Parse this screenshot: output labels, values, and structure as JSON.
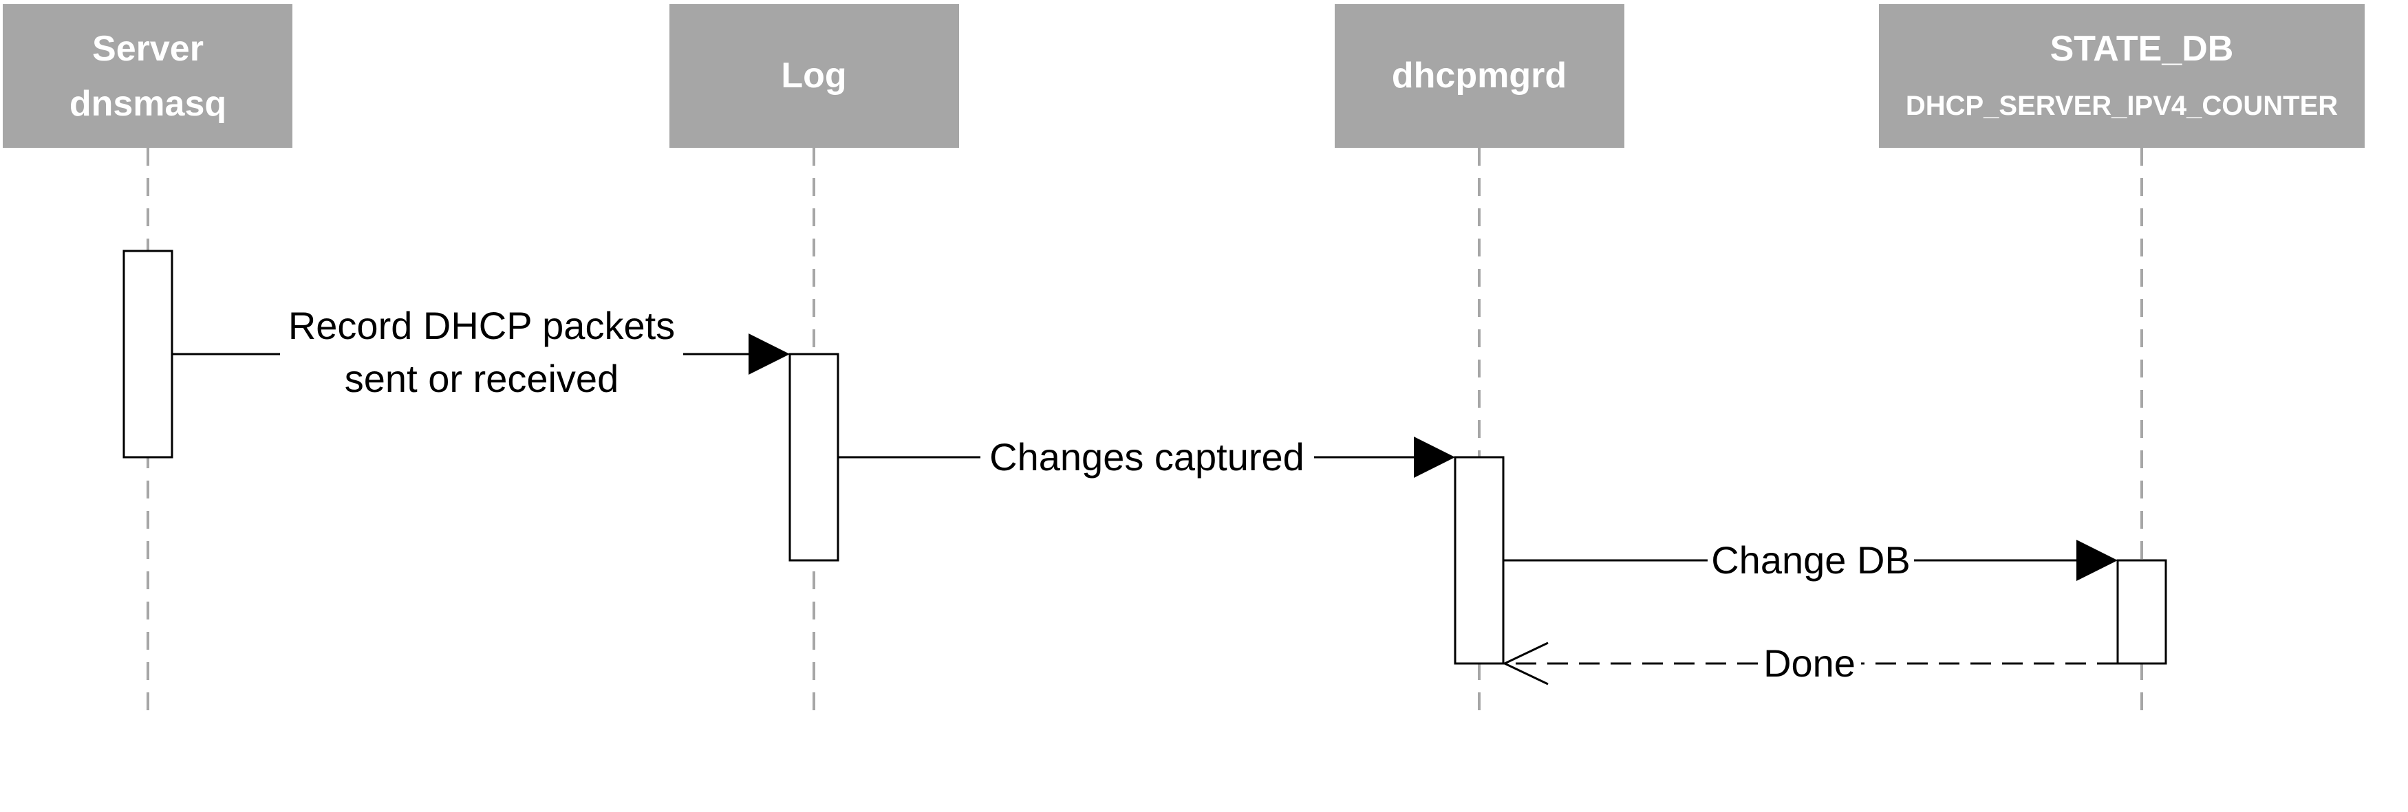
{
  "colors": {
    "header_fill": "#a6a6a6",
    "header_text": "#ffffff",
    "lifeline": "#a6a6a6",
    "line": "#000000",
    "activation_fill": "#ffffff"
  },
  "participants": [
    {
      "id": "server",
      "title": "Server",
      "subtitle": "dnsmasq"
    },
    {
      "id": "log",
      "title": "Log",
      "subtitle": ""
    },
    {
      "id": "dhcpmgrd",
      "title": "dhcpmgrd",
      "subtitle": ""
    },
    {
      "id": "state_db",
      "title": "STATE_DB",
      "subtitle": "DHCP_SERVER_IPV4_COUNTER"
    }
  ],
  "messages": [
    {
      "from": "server",
      "to": "log",
      "label_line1": "Record DHCP packets",
      "label_line2": "sent or received",
      "style": "solid"
    },
    {
      "from": "log",
      "to": "dhcpmgrd",
      "label_line1": "Changes captured",
      "style": "solid"
    },
    {
      "from": "dhcpmgrd",
      "to": "state_db",
      "label_line1": "Change DB",
      "style": "solid"
    },
    {
      "from": "state_db",
      "to": "dhcpmgrd",
      "label_line1": "Done",
      "style": "dashed"
    }
  ]
}
